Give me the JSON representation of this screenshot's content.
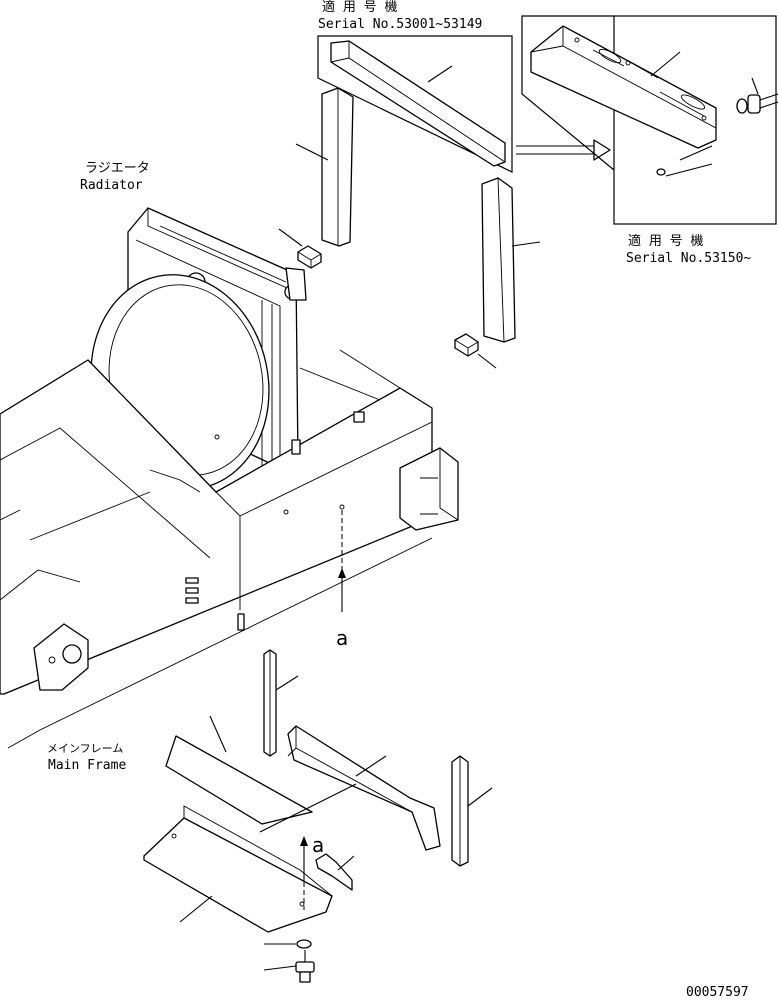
{
  "labels": {
    "radiator_jp": "ラジエータ",
    "radiator_en": "Radiator",
    "main_frame_jp": "メインフレーム",
    "main_frame_en": "Main Frame",
    "serial_a_jp": "適 用 号 機",
    "serial_a_en": "Serial No.53001~53149",
    "serial_b_jp": "適 用 号 機",
    "serial_b_en": "Serial No.53150~",
    "view_ref_upper": "a",
    "view_ref_lower": "a",
    "drawing_number": "00057597"
  }
}
